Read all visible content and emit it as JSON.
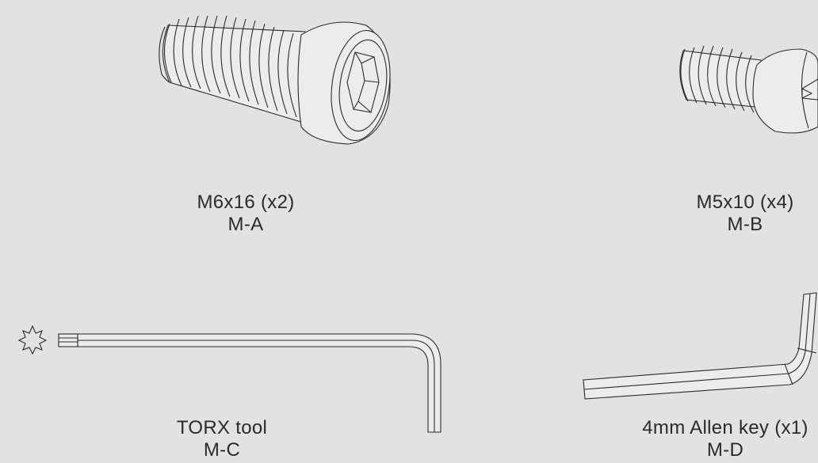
{
  "parts": [
    {
      "name": "M6x16 (x2)",
      "code": "M-A",
      "icon": "button-head-hex-bolt"
    },
    {
      "name": "M5x10 (x4)",
      "code": "M-B",
      "icon": "round-head-slotted-screw"
    },
    {
      "name": "TORX tool",
      "code": "M-C",
      "icon": "torx-l-key"
    },
    {
      "name": "4mm Allen key (x1)",
      "code": "M-D",
      "icon": "hex-allen-key"
    }
  ],
  "colors": {
    "background": "#e2e2e2",
    "line": "#2b2b2b",
    "text": "#2a2a2a"
  }
}
